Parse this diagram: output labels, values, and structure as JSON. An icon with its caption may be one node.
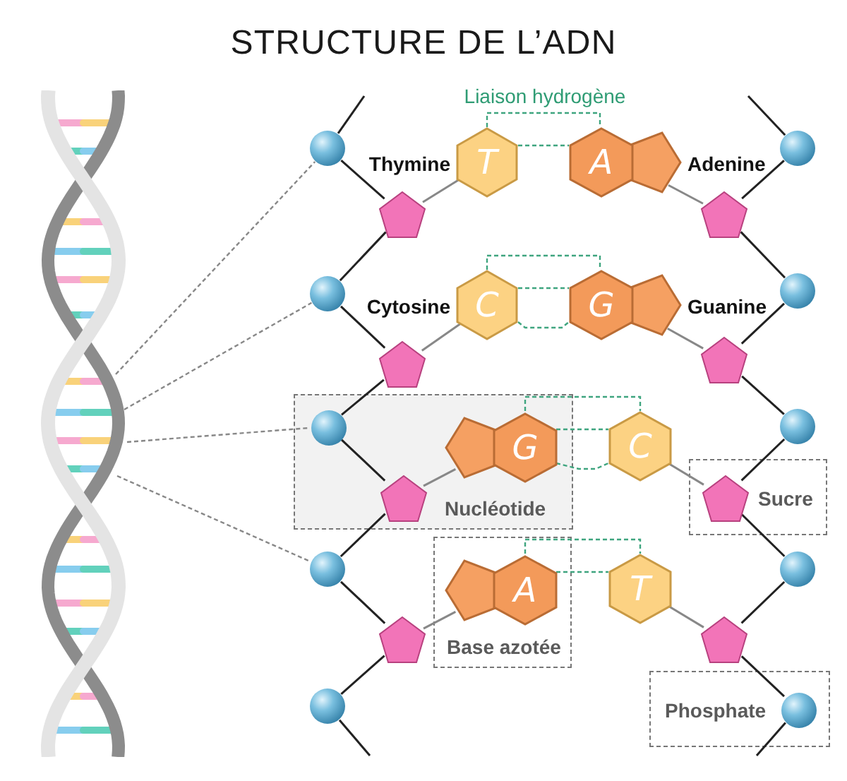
{
  "diagram": {
    "title": "STRUCTURE DE L’ADN",
    "nodes": [
      {
        "text": [],
        "shape": "picture"
      },
      {
        "text": [],
        "shape": "circle"
      },
      {
        "text": [],
        "shape": "circle"
      },
      {
        "text": [],
        "shape": "pentagon"
      },
      {
        "text": [
          "T"
        ],
        "beside": [
          "Thymine"
        ]
      },
      {
        "text": [
          "A"
        ],
        "beside": [
          "Adenine"
        ]
      },
      {
        "text": [],
        "shape": "pentagon"
      },
      {
        "text": [],
        "shape": "circle"
      },
      {
        "text": [],
        "shape": "circle"
      },
      {
        "text": [],
        "shape": "pentagon"
      },
      {
        "text": [
          "C"
        ],
        "beside": [
          "Cytosine"
        ]
      },
      {
        "text": [
          "G"
        ],
        "beside": [
          "Guanine"
        ]
      },
      {
        "text": [],
        "shape": "pentagon"
      },
      {
        "text": [
          "Nucléotide"
        ]
      },
      {
        "text": [],
        "shape": "circle",
        "in": 13
      },
      {
        "text": [],
        "shape": "circle"
      },
      {
        "text": [],
        "shape": "pentagon",
        "in": 13
      },
      {
        "text": [
          "G"
        ],
        "in": 13
      },
      {
        "text": [
          "C"
        ]
      },
      {
        "text": [
          "Sucre"
        ]
      },
      {
        "text": [],
        "shape": "pentagon",
        "in": 19
      },
      {
        "text": [],
        "shape": "circle"
      },
      {
        "text": [],
        "shape": "circle"
      },
      {
        "text": [
          "Base azotée"
        ]
      },
      {
        "text": [],
        "shape": "pentagon"
      },
      {
        "text": [
          "A"
        ],
        "in": 23
      },
      {
        "text": [
          "T"
        ]
      },
      {
        "text": [],
        "shape": "pentagon"
      },
      {
        "text": [],
        "shape": "circle"
      },
      {
        "text": [
          "Phosphate"
        ]
      },
      {
        "text": [],
        "shape": "circle",
        "in": 29
      }
    ],
    "edges": [
      {
        "from": null,
        "to": 1,
        "arrow": "none"
      },
      {
        "from": 1,
        "to": 3,
        "arrow": "none"
      },
      {
        "from": 3,
        "to": 7,
        "arrow": "none"
      },
      {
        "from": 7,
        "to": 9,
        "arrow": "none"
      },
      {
        "from": 9,
        "to": 14,
        "arrow": "none"
      },
      {
        "from": 14,
        "to": 16,
        "arrow": "none"
      },
      {
        "from": 16,
        "to": 21,
        "arrow": "none"
      },
      {
        "from": 21,
        "to": 24,
        "arrow": "none"
      },
      {
        "from": 24,
        "to": 28,
        "arrow": "none"
      },
      {
        "from": 28,
        "to": null,
        "arrow": "none"
      },
      {
        "from": null,
        "to": 2,
        "arrow": "none"
      },
      {
        "from": 2,
        "to": 6,
        "arrow": "none"
      },
      {
        "from": 6,
        "to": 8,
        "arrow": "none"
      },
      {
        "from": 8,
        "to": 12,
        "arrow": "none"
      },
      {
        "from": 12,
        "to": 15,
        "arrow": "none"
      },
      {
        "from": 15,
        "to": 20,
        "arrow": "none"
      },
      {
        "from": 20,
        "to": 22,
        "arrow": "none"
      },
      {
        "from": 22,
        "to": 27,
        "arrow": "none"
      },
      {
        "from": 27,
        "to": 30,
        "arrow": "none"
      },
      {
        "from": 30,
        "to": null,
        "arrow": "none"
      },
      {
        "from": 3,
        "to": 4,
        "arrow": "none",
        "color": "#888888"
      },
      {
        "from": 6,
        "to": 5,
        "arrow": "none",
        "color": "#888888"
      },
      {
        "from": 9,
        "to": 10,
        "arrow": "none",
        "color": "#888888"
      },
      {
        "from": 12,
        "to": 11,
        "arrow": "none",
        "color": "#888888"
      },
      {
        "from": 16,
        "to": 17,
        "arrow": "none",
        "color": "#888888"
      },
      {
        "from": 20,
        "to": 18,
        "arrow": "none",
        "color": "#888888"
      },
      {
        "from": 24,
        "to": 25,
        "arrow": "none",
        "color": "#888888"
      },
      {
        "from": 27,
        "to": 26,
        "arrow": "none",
        "color": "#888888"
      },
      {
        "from": 4,
        "to": 5,
        "arrow": "none",
        "style": "dashed",
        "color": "#3fa57f"
      },
      {
        "from": 4,
        "to": 5,
        "arrow": "none",
        "style": "dashed",
        "color": "#3fa57f"
      },
      {
        "from": 10,
        "to": 11,
        "arrow": "none",
        "style": "dashed",
        "color": "#3fa57f"
      },
      {
        "from": 10,
        "to": 11,
        "arrow": "none",
        "style": "dashed",
        "color": "#3fa57f"
      },
      {
        "from": 10,
        "to": 11,
        "arrow": "none",
        "style": "dashed",
        "color": "#3fa57f"
      },
      {
        "from": 17,
        "to": 18,
        "arrow": "none",
        "style": "dashed",
        "color": "#3fa57f"
      },
      {
        "from": 17,
        "to": 18,
        "arrow": "none",
        "style": "dashed",
        "color": "#3fa57f"
      },
      {
        "from": 17,
        "to": 18,
        "arrow": "none",
        "style": "dashed",
        "color": "#3fa57f"
      },
      {
        "from": 25,
        "to": 26,
        "arrow": "none",
        "style": "dashed",
        "color": "#3fa57f"
      },
      {
        "from": 25,
        "to": 26,
        "arrow": "none",
        "style": "dashed",
        "color": "#3fa57f"
      },
      {
        "from": 0,
        "to": 1,
        "arrow": "none",
        "style": "dashed",
        "color": "#888888"
      },
      {
        "from": 0,
        "to": 7,
        "arrow": "none",
        "style": "dashed",
        "color": "#888888"
      },
      {
        "from": 0,
        "to": 14,
        "arrow": "none",
        "style": "dashed",
        "color": "#888888"
      },
      {
        "from": 0,
        "to": 21,
        "arrow": "none",
        "style": "dashed",
        "color": "#888888"
      }
    ],
    "labels": [
      "Liaison hydrogène"
    ]
  }
}
